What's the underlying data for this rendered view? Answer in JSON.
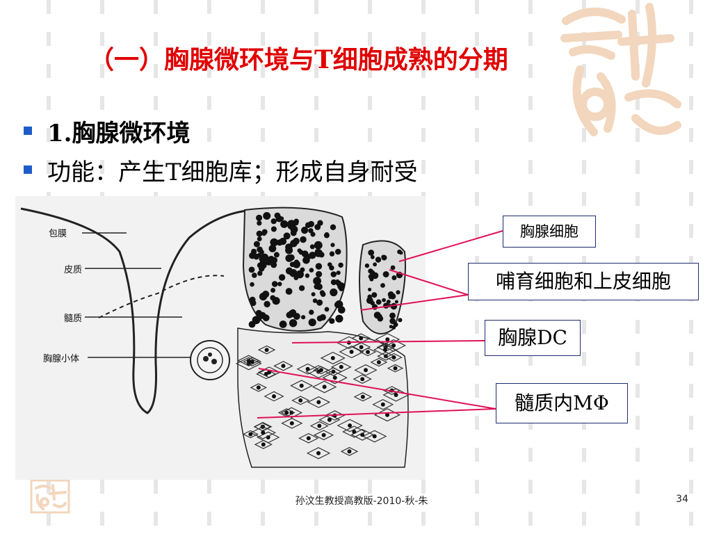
{
  "slide": {
    "title": "（一）胸腺微环境与T细胞成熟的分期",
    "bullets": [
      {
        "text": "1.胸腺微环境"
      },
      {
        "text": "功能：产生T细胞库；形成自身耐受"
      }
    ],
    "footer": "孙汶生教授高教版-2010-秋-朱",
    "page_number": "34"
  },
  "figure": {
    "labels": {
      "capsule": "包膜",
      "cortex": "皮质",
      "medulla": "髓质",
      "thymic_corpuscle": "胸腺小体"
    }
  },
  "callouts": {
    "thymocyte": "胸腺细胞",
    "nurse_epithelial": "哺育细胞和上皮细胞",
    "thymic_dc": "胸腺DC",
    "medullary_macrophage": "髓质内MΦ"
  },
  "colors": {
    "title": "#e00000",
    "bullet_square": "#1e5cc8",
    "leader_line": "#e0105a",
    "callout_border": "#1c2a6e",
    "logo": "#f2d6bd"
  }
}
